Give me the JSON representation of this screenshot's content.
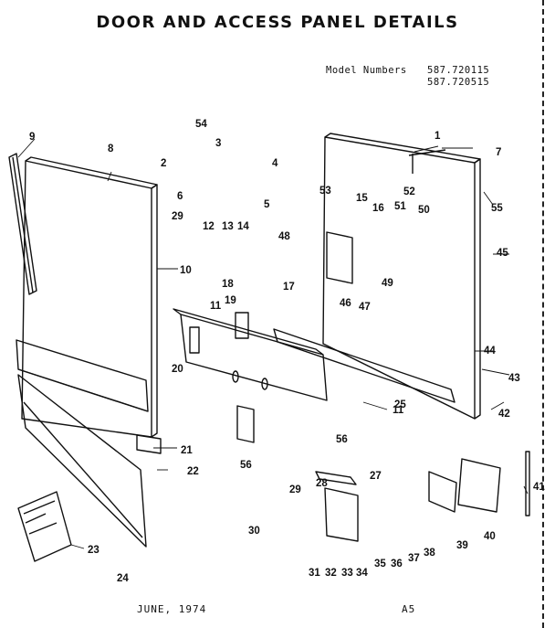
{
  "title": "DOOR AND ACCESS PANEL DETAILS",
  "model_numbers": {
    "label": "Model Numbers",
    "numbers": [
      "587.720115",
      "587.720515"
    ]
  },
  "footer": {
    "date": "JUNE, 1974",
    "code": "A5"
  },
  "callouts": [
    "1",
    "2",
    "3",
    "4",
    "5",
    "6",
    "7",
    "8",
    "9",
    "10",
    "11",
    "11",
    "12",
    "13",
    "14",
    "15",
    "16",
    "17",
    "18",
    "19",
    "20",
    "21",
    "22",
    "23",
    "24",
    "25",
    "27",
    "28",
    "29",
    "29",
    "30",
    "31",
    "32",
    "33",
    "34",
    "35",
    "36",
    "37",
    "38",
    "39",
    "40",
    "41",
    "42",
    "43",
    "44",
    "45",
    "46",
    "47",
    "48",
    "49",
    "50",
    "51",
    "52",
    "53",
    "54",
    "55",
    "56",
    "56",
    "57"
  ]
}
